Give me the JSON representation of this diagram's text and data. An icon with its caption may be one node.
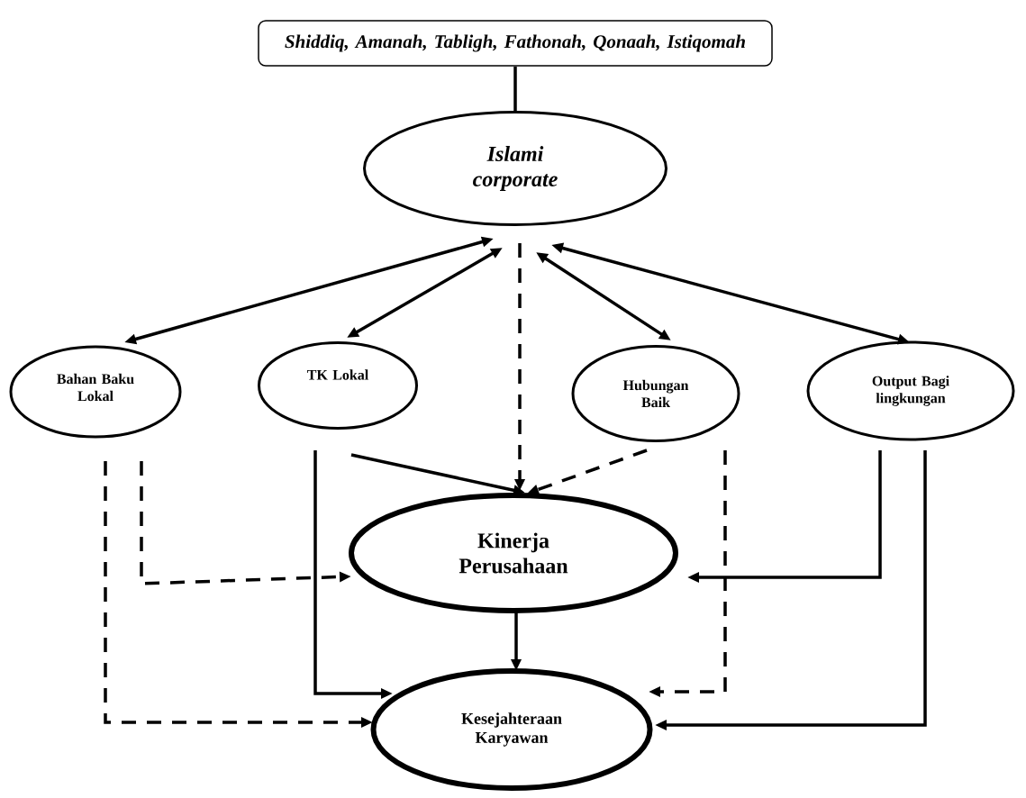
{
  "diagram": {
    "nodes": [
      {
        "text": [
          "Shiddiq, Amanah, Tabligh, Fathonah, Qonaah, Istiqomah"
        ]
      },
      {
        "text": [
          "Islami corporate"
        ]
      },
      {
        "text": [
          "Bahan Baku Lokal"
        ]
      },
      {
        "text": [
          "TK Lokal"
        ]
      },
      {
        "text": [
          "Hubungan Baik"
        ]
      },
      {
        "text": [
          "Output Bagi lingkungan"
        ]
      },
      {
        "text": [
          "Kinerja Perusahaan"
        ]
      },
      {
        "text": [
          "Kesejahteraan Karyawan"
        ]
      }
    ],
    "edges": [
      {
        "from": 0,
        "to": 1,
        "arrow": "none"
      },
      {
        "from": 1,
        "to": 2,
        "arrow": "both"
      },
      {
        "from": 1,
        "to": 3,
        "arrow": "both"
      },
      {
        "from": 1,
        "to": 4,
        "arrow": "both"
      },
      {
        "from": 1,
        "to": 5,
        "arrow": "both"
      },
      {
        "from": 1,
        "to": 6,
        "arrow": "to",
        "style": "dashed"
      },
      {
        "from": 3,
        "to": 6,
        "arrow": "to"
      },
      {
        "from": 4,
        "to": 6,
        "arrow": "to",
        "style": "dashed"
      },
      {
        "from": 2,
        "to": 6,
        "arrow": "to",
        "style": "dashed"
      },
      {
        "from": 3,
        "to": 7,
        "arrow": "to"
      },
      {
        "from": 5,
        "to": 6,
        "arrow": "to"
      },
      {
        "from": 6,
        "to": 7,
        "arrow": "to"
      },
      {
        "from": 4,
        "to": 7,
        "arrow": "to",
        "style": "dashed"
      },
      {
        "from": 2,
        "to": 7,
        "arrow": "to",
        "style": "dashed"
      },
      {
        "from": 5,
        "to": 7,
        "arrow": "to"
      }
    ]
  }
}
